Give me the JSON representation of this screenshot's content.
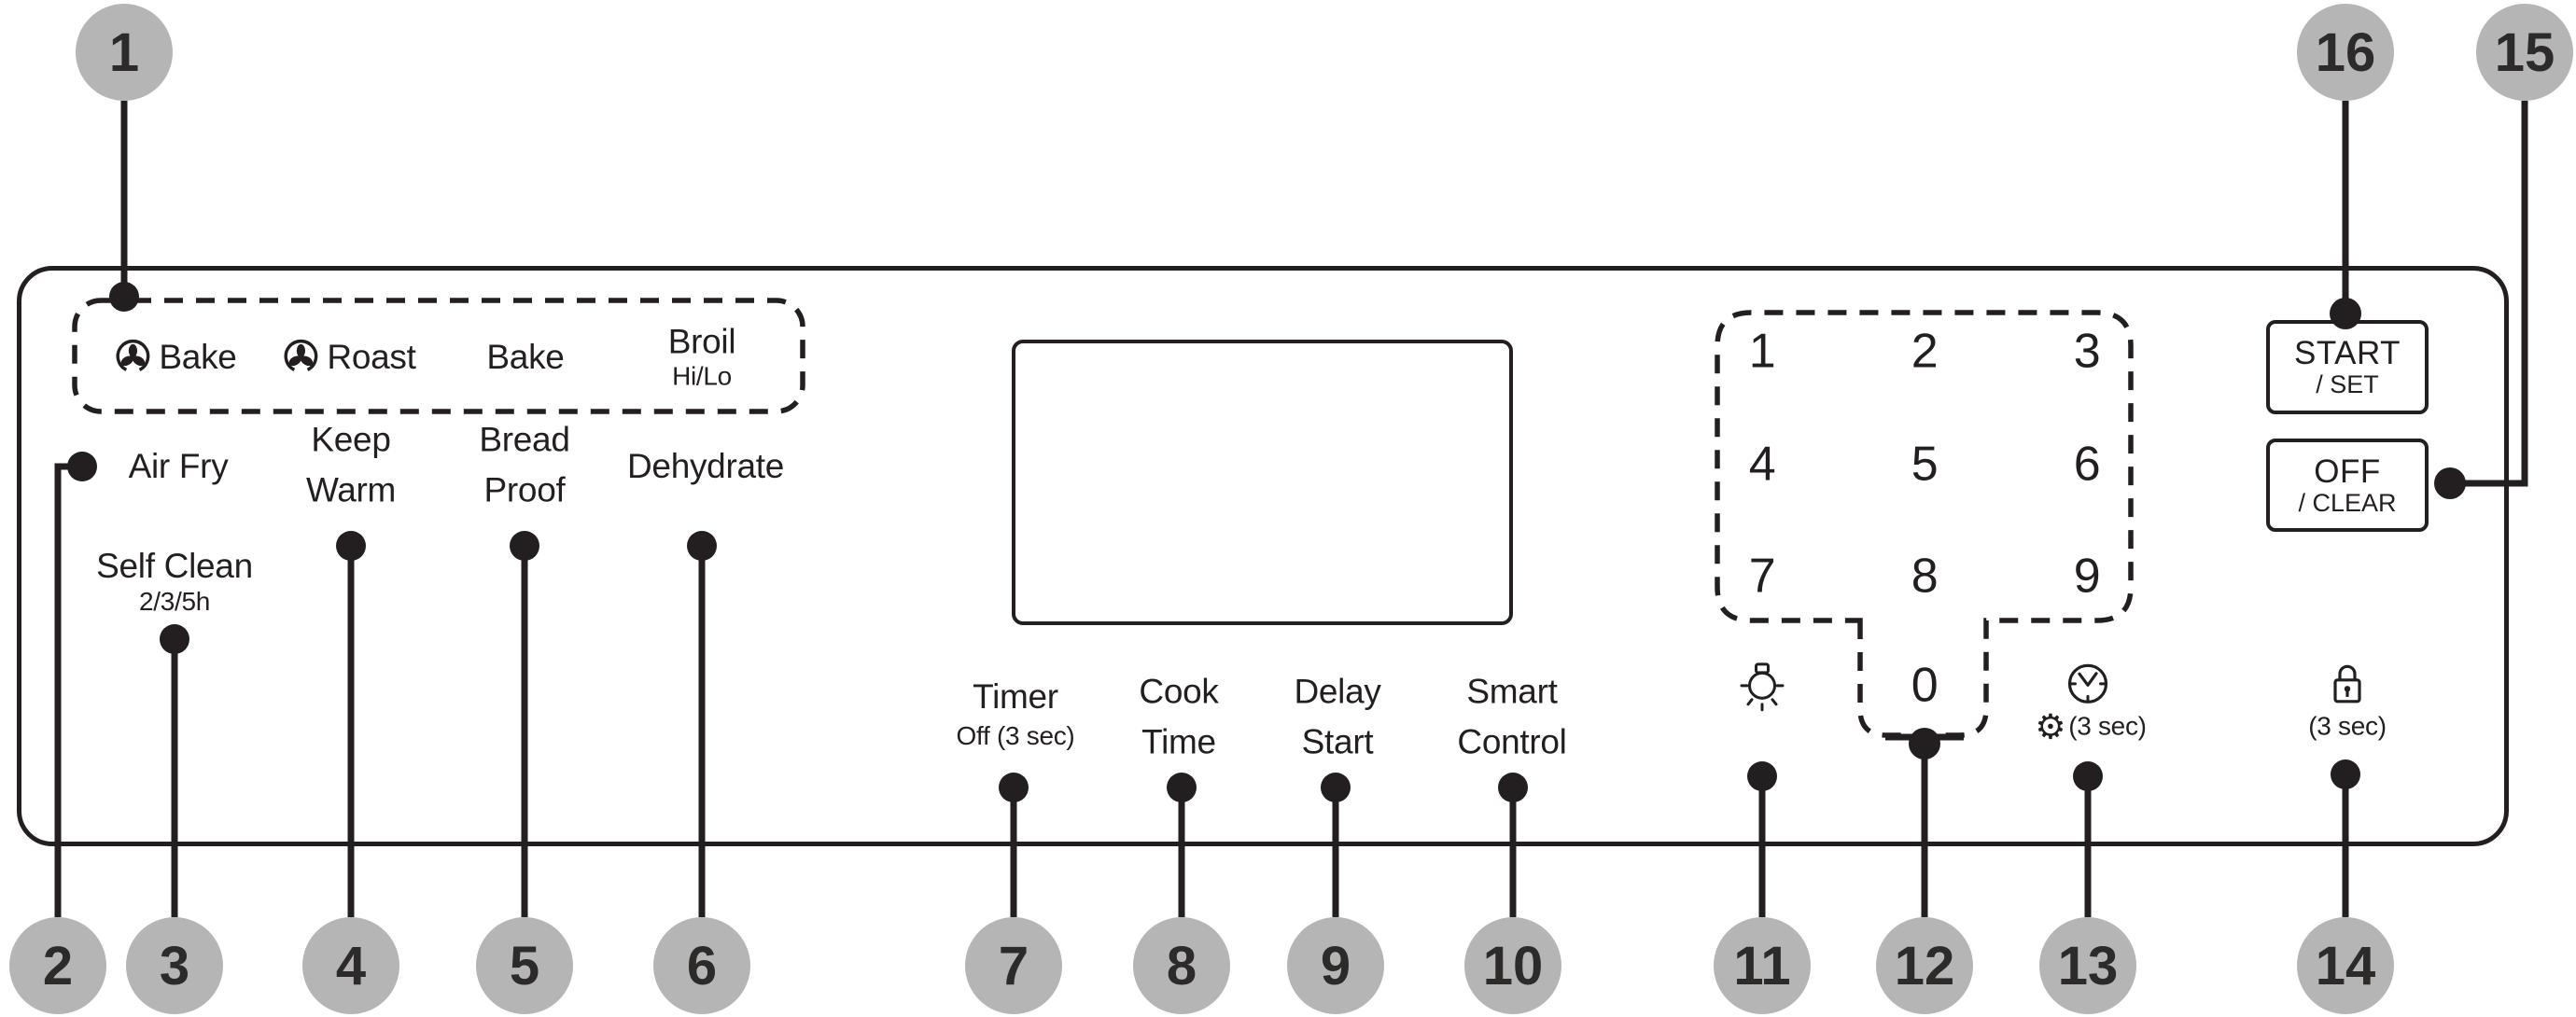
{
  "colors": {
    "ink": "#231f20",
    "callout_fill": "#b5b5b5",
    "background": "#ffffff"
  },
  "icons": {
    "convection": "fan-icon",
    "oven_light": "light-bulb-icon",
    "settings_clock": "clock-icon",
    "settings_gear": "gear-icon",
    "control_lock": "lock-icon"
  },
  "modes": {
    "conv_bake": {
      "icon": "fan-icon",
      "label": "Bake"
    },
    "conv_roast": {
      "icon": "fan-icon",
      "label": "Roast"
    },
    "bake": {
      "label": "Bake"
    },
    "broil": {
      "label": "Broil",
      "sub": "Hi/Lo"
    },
    "air_fry": "Air Fry",
    "keep_warm": "Keep\nWarm",
    "bread_proof": "Bread\nProof",
    "dehydrate": "Dehydrate",
    "self_clean": {
      "label": "Self Clean",
      "sub": "2/3/5h"
    }
  },
  "functions": {
    "timer": {
      "label": "Timer",
      "sub": "Off (3 sec)"
    },
    "cook_time": "Cook\nTime",
    "delay_start": "Delay\nStart",
    "smart_control": "Smart\nControl"
  },
  "keypad": {
    "digits": [
      "1",
      "2",
      "3",
      "4",
      "5",
      "6",
      "7",
      "8",
      "9",
      "0"
    ]
  },
  "controls": {
    "oven_light": {
      "icon": "light-bulb-icon"
    },
    "settings": {
      "icon_clock": "clock-icon",
      "icon_gear": "gear-icon",
      "gear_glyph": "⚙",
      "label": "(3 sec)"
    },
    "lock": {
      "icon": "lock-icon",
      "label": "(3 sec)"
    }
  },
  "buttons": {
    "start": {
      "label": "START",
      "sub": "/ SET"
    },
    "off": {
      "label": "OFF",
      "sub": "/ CLEAR"
    }
  },
  "callouts": [
    "1",
    "2",
    "3",
    "4",
    "5",
    "6",
    "7",
    "8",
    "9",
    "10",
    "11",
    "12",
    "13",
    "14",
    "15",
    "16"
  ]
}
